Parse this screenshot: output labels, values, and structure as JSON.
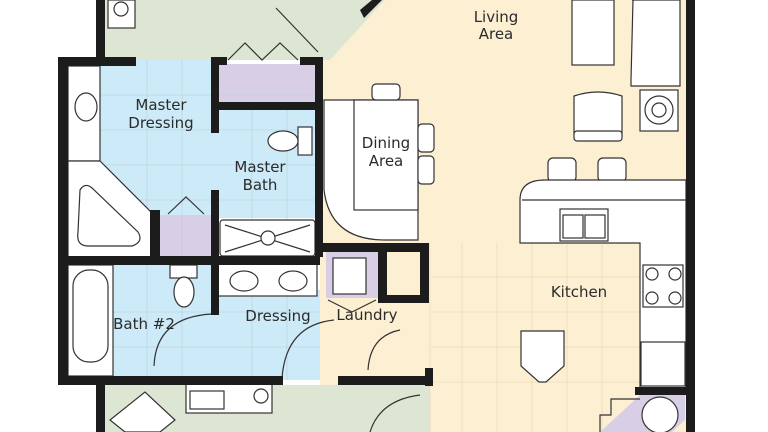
{
  "plan": {
    "colors": {
      "wall": "#1c1c1c",
      "bath_blue": "#cdeaf8",
      "living_cream": "#fdefd2",
      "outdoor_green": "#dde5d3",
      "closet_purple": "#d8cfe6"
    },
    "rooms": {
      "living": [
        "Living",
        "Area"
      ],
      "master_dressing": [
        "Master",
        "Dressing"
      ],
      "master_bath": [
        "Master",
        "Bath"
      ],
      "dining": [
        "Dining",
        "Area"
      ],
      "bath2": "Bath #2",
      "dressing": "Dressing",
      "laundry": "Laundry",
      "kitchen": "Kitchen"
    }
  }
}
